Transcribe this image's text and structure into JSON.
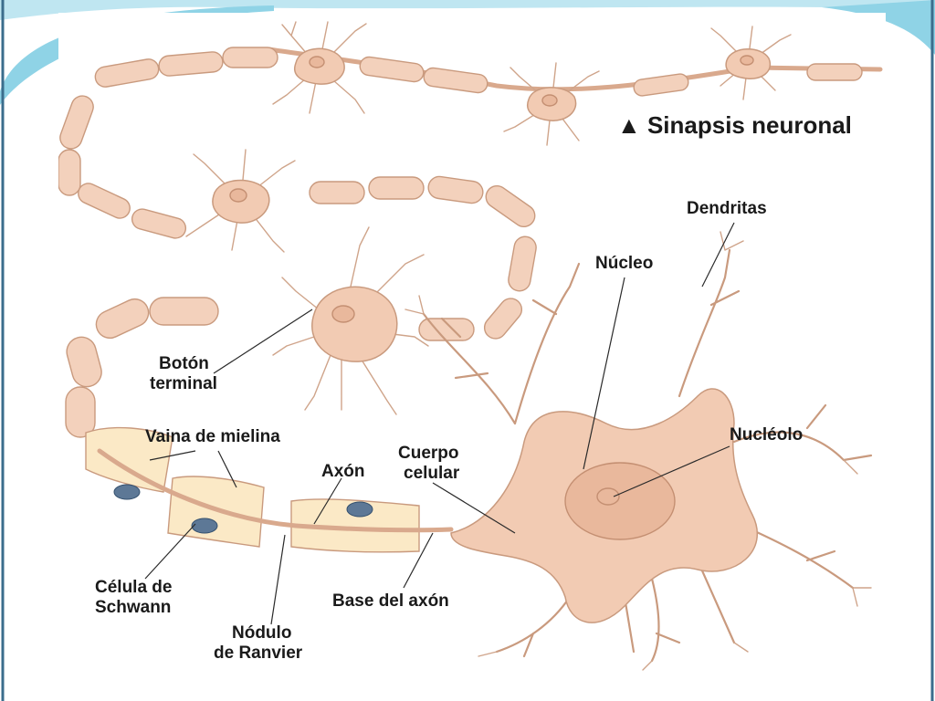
{
  "diagram": {
    "caption": "▲ Sinapsis neuronal",
    "labels": {
      "dendritas": "Dendritas",
      "nucleo": "Núcleo",
      "nucleolo": "Nucléolo",
      "boton_line1": "Botón",
      "boton_line2": "terminal",
      "vaina": "Vaina de mielina",
      "axon": "Axón",
      "cuerpo_line1": "Cuerpo",
      "cuerpo_line2": "celular",
      "celula_line1": "Célula de",
      "celula_line2": "Schwann",
      "nodulo_line1": "Nódulo",
      "nodulo_line2": "de Ranvier",
      "base": "Base del axón"
    }
  },
  "colors": {
    "slide_accent": "#8fd3e6",
    "slide_border": "#3b6d8c",
    "neuron_fill": "#f2cbb3",
    "myelin_fill": "#fbe9c6",
    "schwann_nucleus": "#5d7896"
  }
}
